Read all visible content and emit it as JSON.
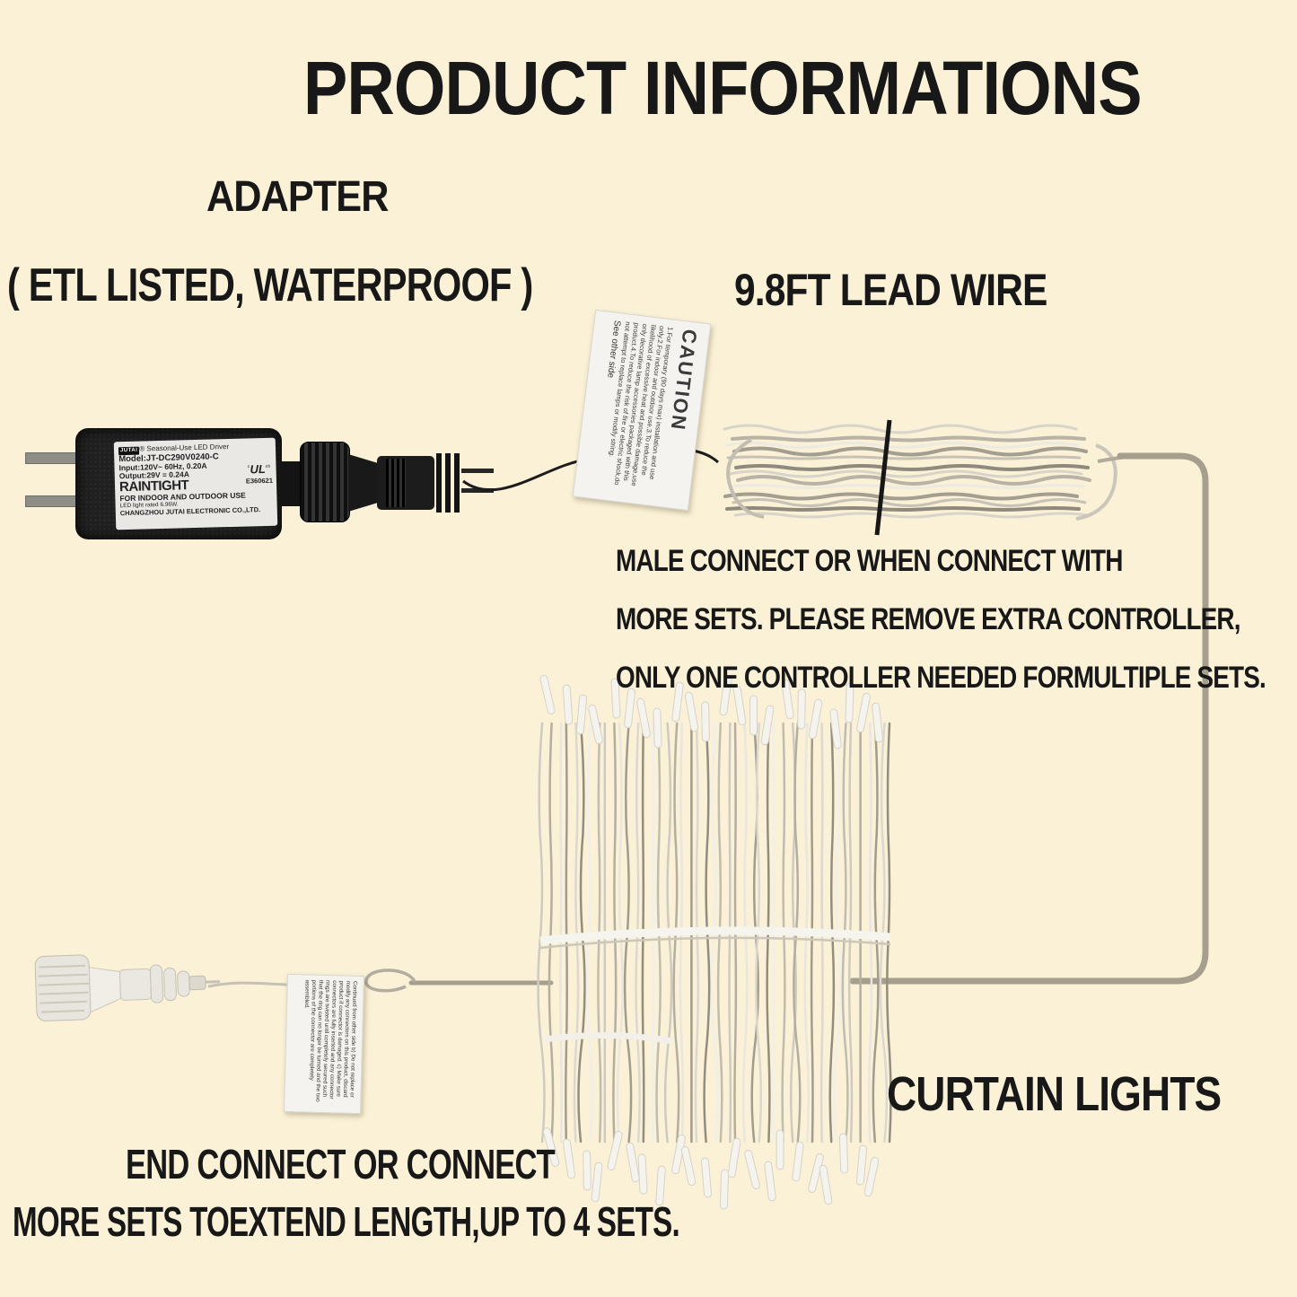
{
  "page": {
    "title": "PRODUCT INFORMATIONS",
    "colors": {
      "background": "#faf1d6",
      "heading": "#181818",
      "wire_line": "#a69f8e"
    }
  },
  "sections": {
    "adapter": {
      "heading": "ADAPTER",
      "subheading": "( ETL LISTED, WATERPROOF )"
    },
    "lead_wire": {
      "heading": "9.8FT LEAD WIRE"
    },
    "male_connect_note": {
      "lines": [
        "MALE CONNECT OR WHEN CONNECT WITH",
        "MORE SETS. PLEASE REMOVE EXTRA CONTROLLER,",
        "ONLY ONE CONTROLLER NEEDED FORMULTIPLE SETS."
      ]
    },
    "curtain_lights": {
      "heading": "CURTAIN LIGHTS"
    },
    "end_connect_note": {
      "lines": [
        "END CONNECT OR CONNECT",
        "MORE SETS TOEXTEND LENGTH,UP TO 4 SETS."
      ]
    }
  },
  "adapter_label": {
    "brand": "JUTAI",
    "trademark": "®",
    "product": "Seasonal-Use LED Driver",
    "model": "Model:JT-DC290V0240-C",
    "input": "Input:120V~ 60Hz, 0.20A",
    "output": "Output:29V = 0.24A",
    "cert_prefix": "c",
    "cert_mark": "UL",
    "cert_suffix": "us",
    "cert_number": "E360621",
    "raintight": "RAINTIGHT",
    "usage": "FOR INDOOR AND OUTDOOR USE",
    "rating": "LED light rated 6.96W.",
    "company": "CHANGZHOU JUTAI ELECTRONIC CO.,LTD."
  },
  "caution_tag": {
    "heading": "CAUTION",
    "body": "1.For temporary (90 days max) installation and use only.2.For indoor and outdoor use.3.To reduce the likelihood of excessive heat and possible damage,use only decorative lamp accessories packaged with this product.4.To reduce the risk of fire or electric shock,do not attempt to replace lamps or modify string.",
    "footer": "See other side"
  },
  "end_tag": {
    "body": "Continued from other side b) Do not replace or modify any connectors on this product, discard product if connector is damaged. c) Make sure connectors are fully inserted and any connector rings are twisted until completely secured such that the ring can no longer be turned and the two portions of the connector are completely assembled."
  }
}
